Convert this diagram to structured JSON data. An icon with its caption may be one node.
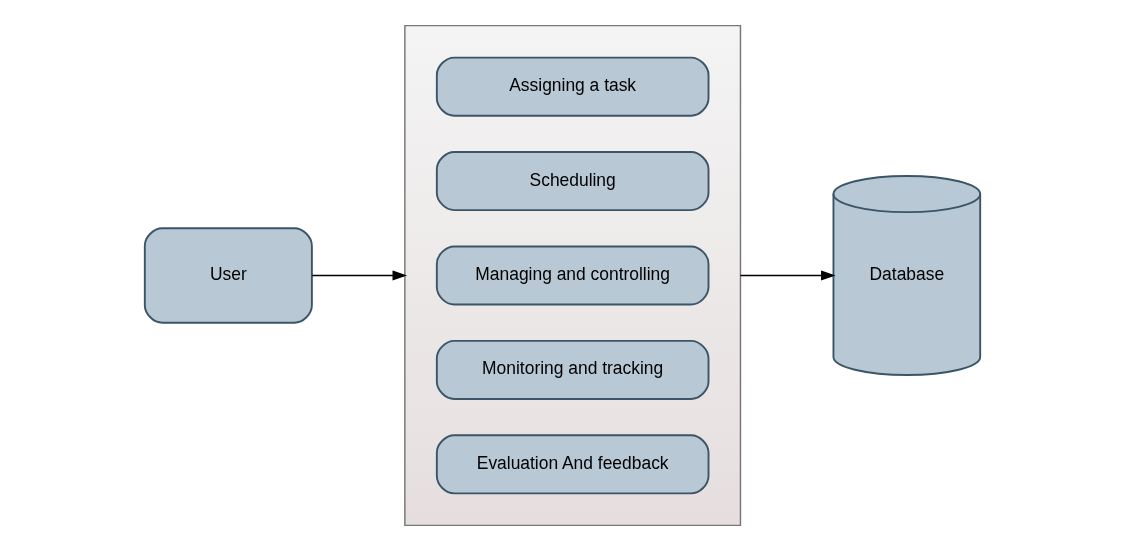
{
  "diagram": {
    "nodes": [
      {
        "text": [
          "User"
        ]
      },
      {
        "text": [],
        "shape": "box"
      },
      {
        "text": [
          "Assigning a task"
        ],
        "in": 1
      },
      {
        "text": [
          "Scheduling"
        ],
        "in": 1
      },
      {
        "text": [
          "Managing and controlling"
        ],
        "in": 1
      },
      {
        "text": [
          "Monitoring and tracking"
        ],
        "in": 1
      },
      {
        "text": [
          "Evaluation And feedback"
        ],
        "in": 1
      },
      {
        "text": [
          "Database"
        ]
      }
    ],
    "edges": [
      {
        "from": 0,
        "to": 1,
        "arrow": "to"
      },
      {
        "from": 1,
        "to": 7,
        "arrow": "to"
      }
    ]
  }
}
